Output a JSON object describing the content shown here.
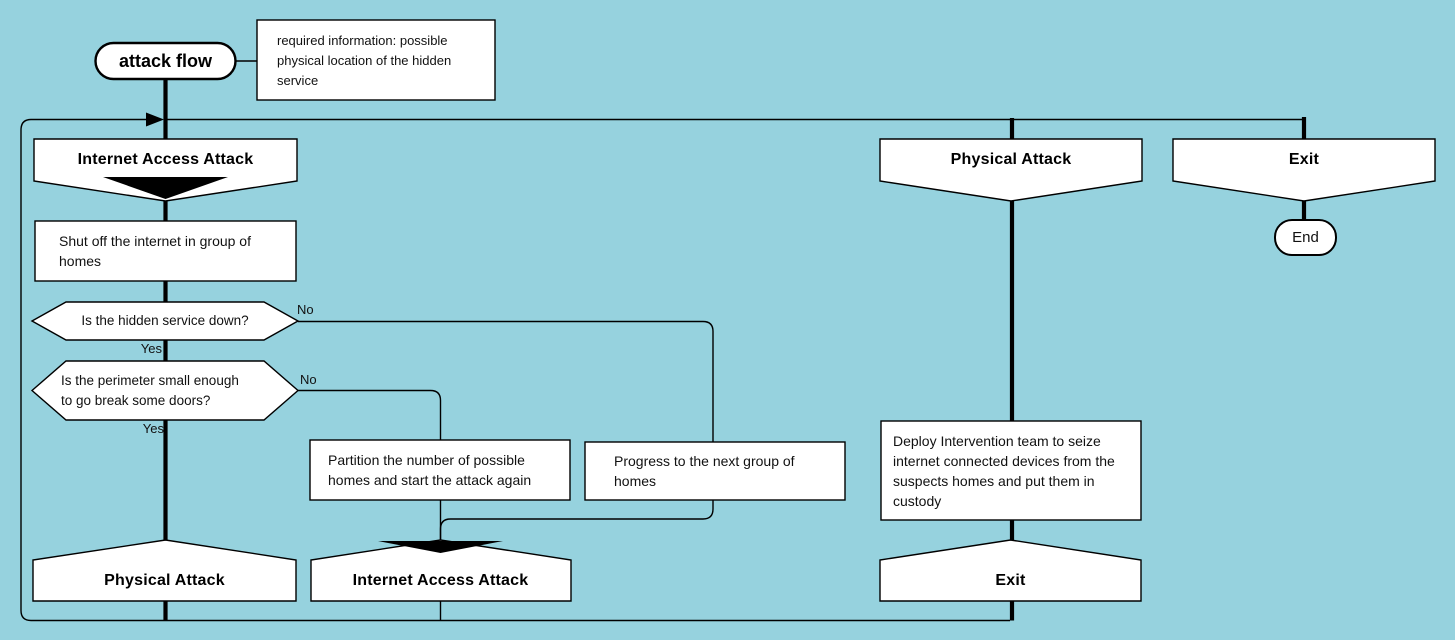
{
  "colors": {
    "background": "#96d2de",
    "shape_fill": "#ffffff",
    "line": "#000000"
  },
  "terminators": {
    "start": "attack flow",
    "end": "End"
  },
  "note": {
    "text": "required information: possible physical location of the hidden service"
  },
  "branches": {
    "iaa_top": "Internet Access Attack",
    "physical_top": "Physical Attack",
    "exit_top": "Exit",
    "physical_bottom": "Physical Attack",
    "iaa_bottom": "Internet Access Attack",
    "exit_bottom": "Exit"
  },
  "processes": {
    "shut_off": "Shut off the internet in group of homes",
    "partition": "Partition the number of possible homes and start the attack again",
    "progress": "Progress to the next group of homes",
    "deploy": "Deploy Intervention team to seize internet connected devices from the suspects homes and put them in custody"
  },
  "decisions": {
    "service_down": "Is the hidden service down?",
    "perimeter": "Is the perimeter small enough to go break some doors?"
  },
  "labels": {
    "yes": "Yes",
    "no": "No"
  }
}
